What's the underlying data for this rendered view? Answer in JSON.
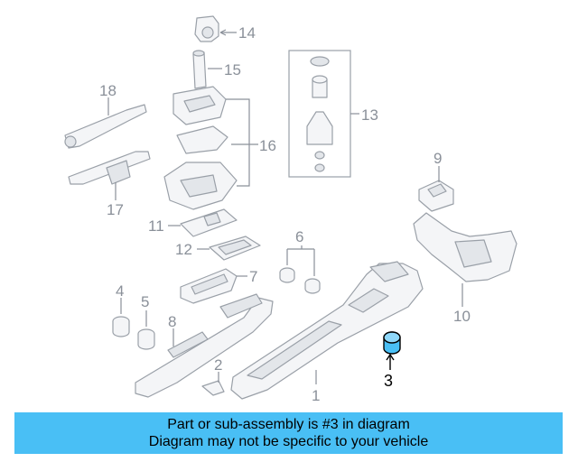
{
  "callouts": {
    "c1": "1",
    "c2": "2",
    "c3": "3",
    "c4": "4",
    "c5": "5",
    "c6": "6",
    "c7": "7",
    "c8": "8",
    "c9": "9",
    "c10": "10",
    "c11": "11",
    "c12": "12",
    "c13": "13",
    "c14": "14",
    "c15": "15",
    "c16": "16",
    "c17": "17",
    "c18": "18"
  },
  "highlight_part": "3",
  "caption": {
    "line1": "Part or sub-assembly is #3 in diagram",
    "line2": "Diagram may not be specific to your vehicle"
  },
  "colors": {
    "caption_bg": "#49bff5",
    "highlight_fill": "#49bff5",
    "outline": "#9aa0a8"
  }
}
